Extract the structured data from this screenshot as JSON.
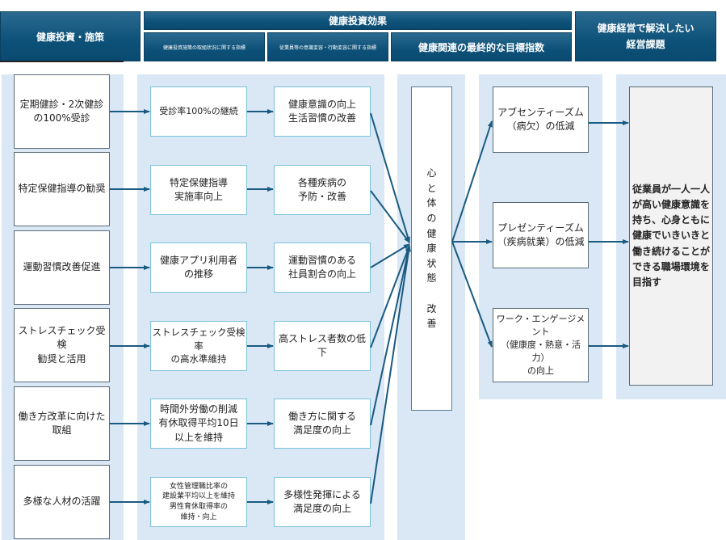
{
  "header": {
    "col1": "健康投資・施策",
    "effects": "健康投資効果",
    "sub1": "健康投資施策の取組状況に関する指標",
    "sub2": "従業員等の意識変容・行動変容に関する指標",
    "sub3": "健康関連の最終的な目標指数",
    "col_last": "健康経営で解決したい\n経営課題"
  },
  "measures": [
    "定期健診・2次健診\nの100%受診",
    "特定保健指導の勧奨",
    "運動習慣改善促進",
    "ストレスチェック受検\n勧奨と活用",
    "働き方改革に向けた\n取組",
    "多様な人材の活躍"
  ],
  "indicators": [
    "受診率100%の継続",
    "特定保健指導\n実施率向上",
    "健康アプリ利用者\nの推移",
    "ストレスチェック受検率\nの高水準維持",
    "時間外労働の削減\n有休取得平均10日\n以上を維持",
    "女性管理職比率の\n建設業平均以上を維持\n男性育休取得率の\n維持・向上"
  ],
  "behaviors": [
    "健康意識の向上\n生活習慣の改善",
    "各種疾病の\n予防・改善",
    "運動習慣のある\n社員割合の向上",
    "高ストレス者数の低下",
    "働き方に関する\n満足度の向上",
    "多様性発揮による\n満足度の向上"
  ],
  "center": [
    "心",
    "と",
    "体",
    "の",
    "健",
    "康",
    "状",
    "態",
    "",
    "改",
    "善"
  ],
  "targets": [
    "アブセンティーズム\n（病欠）の低減",
    "プレゼンティーズム\n（疾病就業）の低減",
    "ワーク・エンゲージメント\n（健康度・熱意・活力）\nの向上"
  ],
  "goal": "従業員が一人一人が高い健康意識を持ち、心身ともに健康でいきいきと働き続けることができる職場環境を目指す",
  "colors": {
    "header": "#0d5178",
    "band": "#dae8f6",
    "arrow": "#1a5a80"
  }
}
